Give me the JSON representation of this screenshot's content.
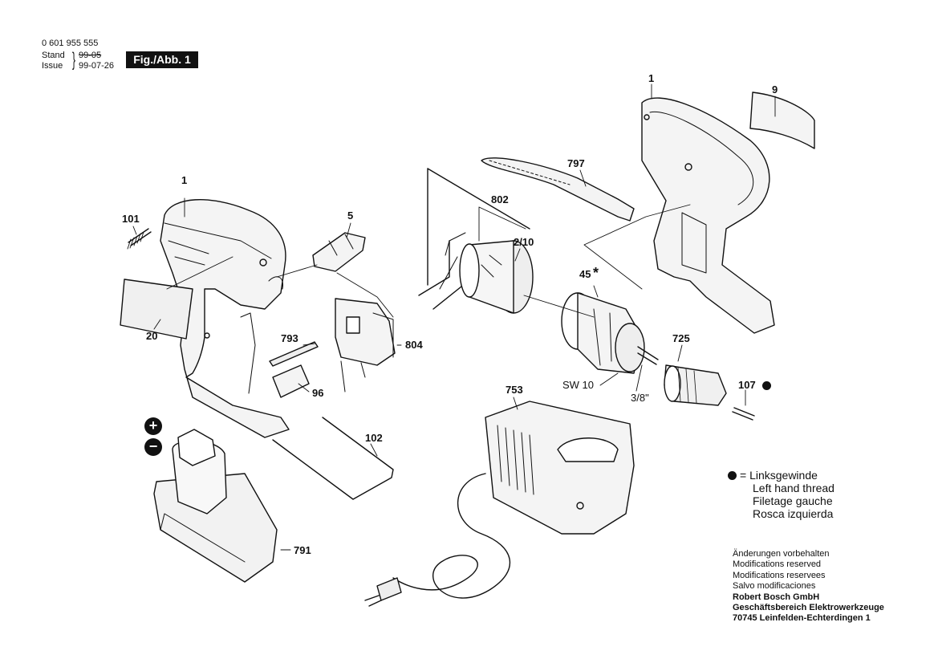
{
  "header": {
    "part_number": "0 601 955 555",
    "stand_label": "Stand",
    "stand_value": "99-05",
    "issue_label": "Issue",
    "issue_value": "99-07-26",
    "figure": "Fig./Abb. 1"
  },
  "parts": {
    "p1_left": "1",
    "p101": "101",
    "p20": "20",
    "p5": "5",
    "p793": "793",
    "p804": "804",
    "p96": "96",
    "p102": "102",
    "p791": "791",
    "p802": "802",
    "p2_10": "2/10",
    "p797": "797",
    "p1_right": "1",
    "p9": "9",
    "p45": "45",
    "p45_mark": "*",
    "p725": "725",
    "p107": "107",
    "p753": "753",
    "sw10": "SW 10",
    "size38": "3/8\"",
    "plus": "+",
    "minus": "−"
  },
  "legend": {
    "line1": "= Linksgewinde",
    "line2": "Left hand thread",
    "line3": "Filetage gauche",
    "line4": "Rosca izquierda"
  },
  "notes": {
    "n1": "Änderungen vorbehalten",
    "n2": "Modifications reserved",
    "n3": "Modifications reservees",
    "n4": "Salvo modificaciones",
    "n5": "Robert Bosch GmbH",
    "n6": "Geschäftsbereich Elektrowerkzeuge",
    "n7": "70745 Leinfelden-Echterdingen 1"
  }
}
